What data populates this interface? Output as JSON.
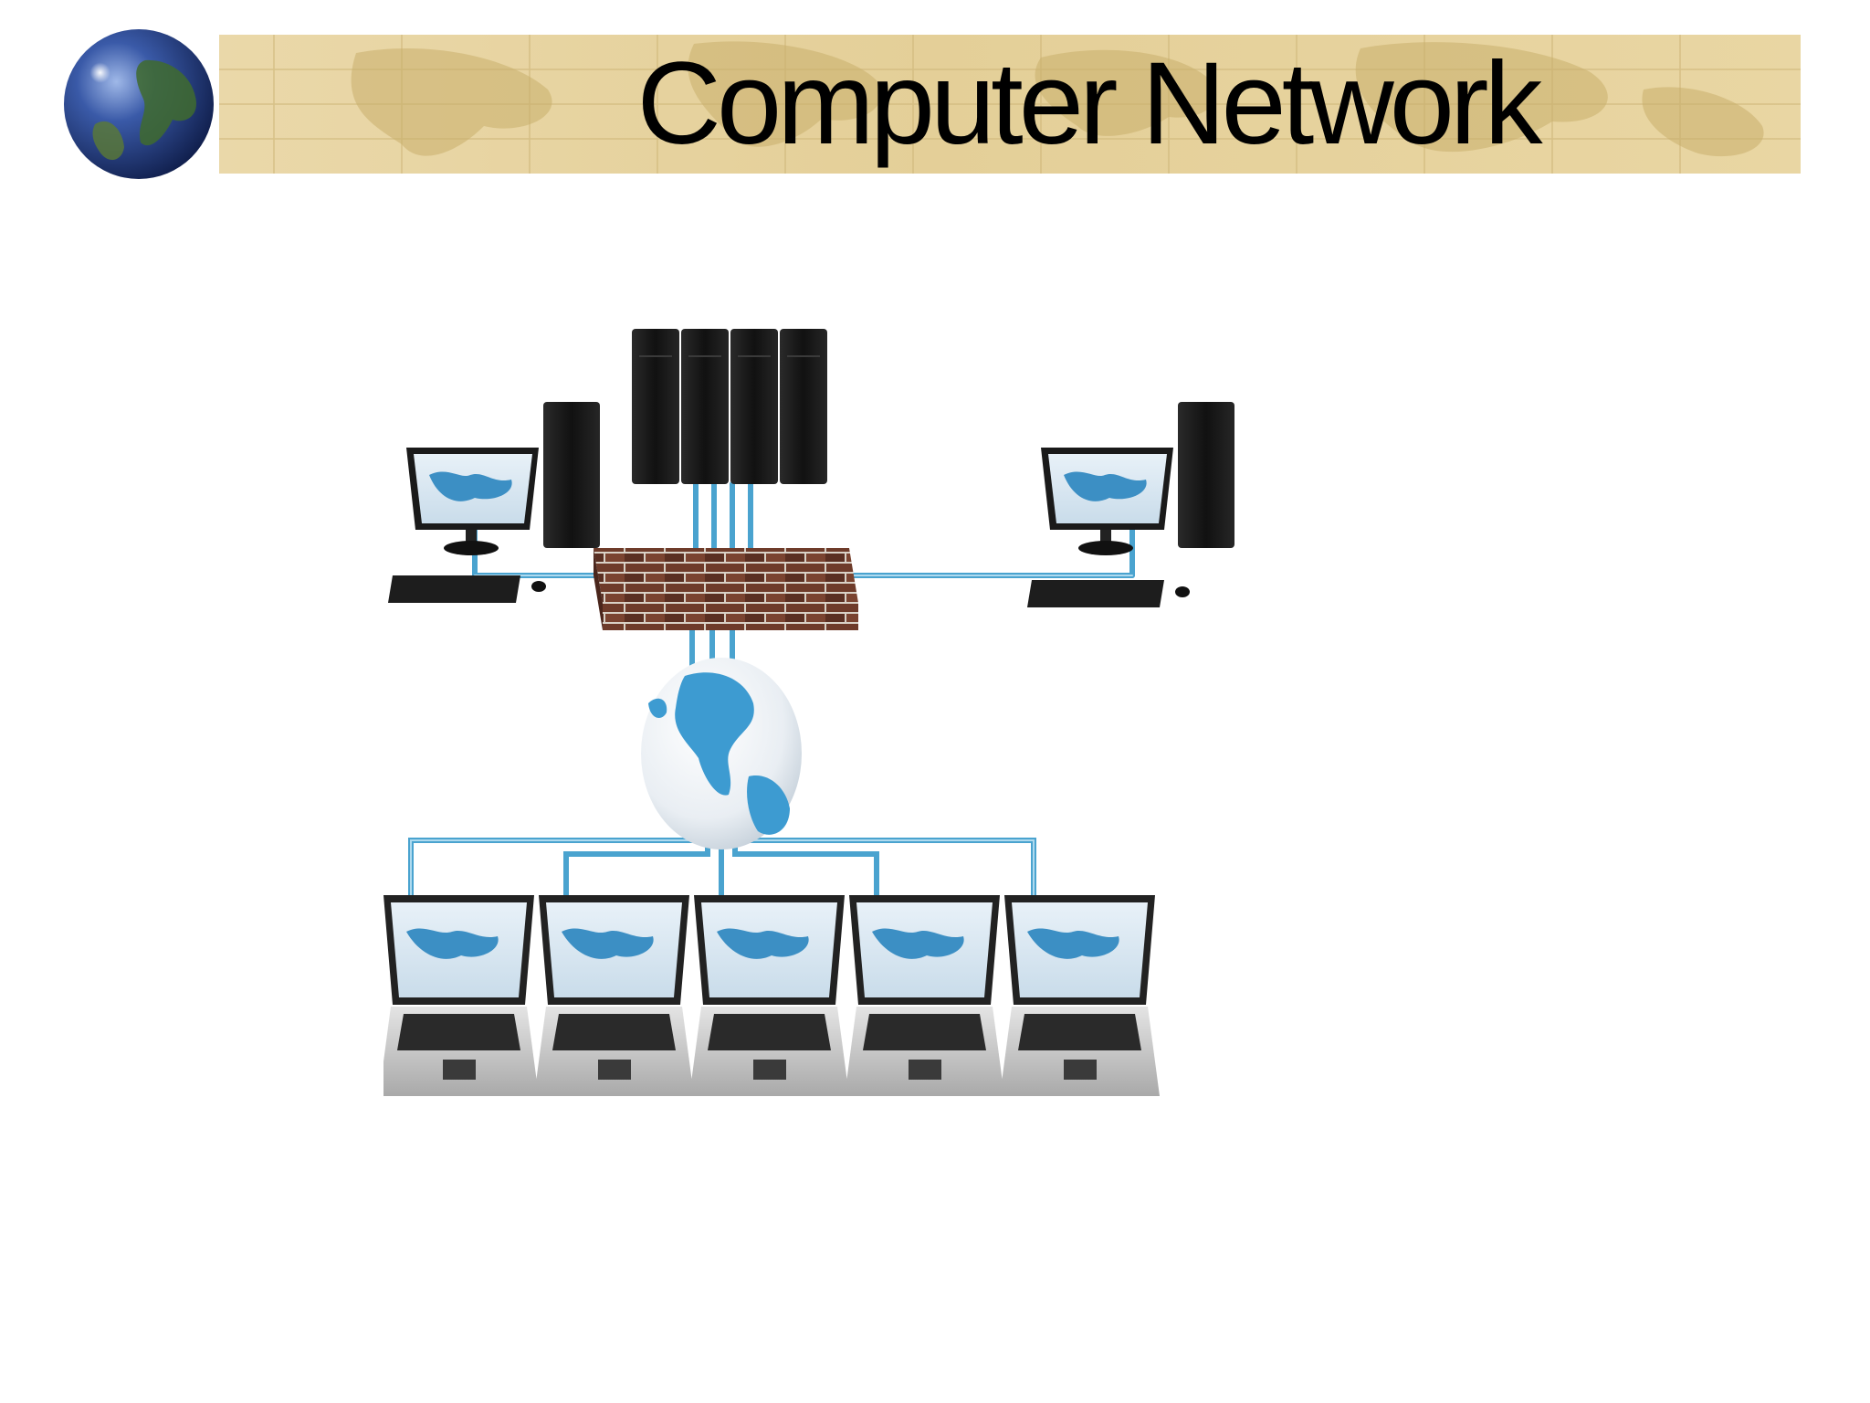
{
  "slide": {
    "title": "Computer Network"
  },
  "icons": {
    "logo": "globe-icon",
    "servers": "server-rack-icon",
    "firewall": "brick-wall-icon",
    "internet": "world-globe-icon",
    "desktop": "desktop-computer-icon",
    "laptop": "laptop-icon"
  },
  "colors": {
    "banner": "#e6d39e",
    "cable": "#4aa3cf",
    "brick": "#6b3a2a",
    "globe_ocean": "#f2f6fa",
    "globe_land": "#3d9bd1",
    "screen_map": "#3c8fc4"
  },
  "diagram": {
    "desktop_count": 2,
    "laptop_count": 5,
    "server_count": 4
  }
}
